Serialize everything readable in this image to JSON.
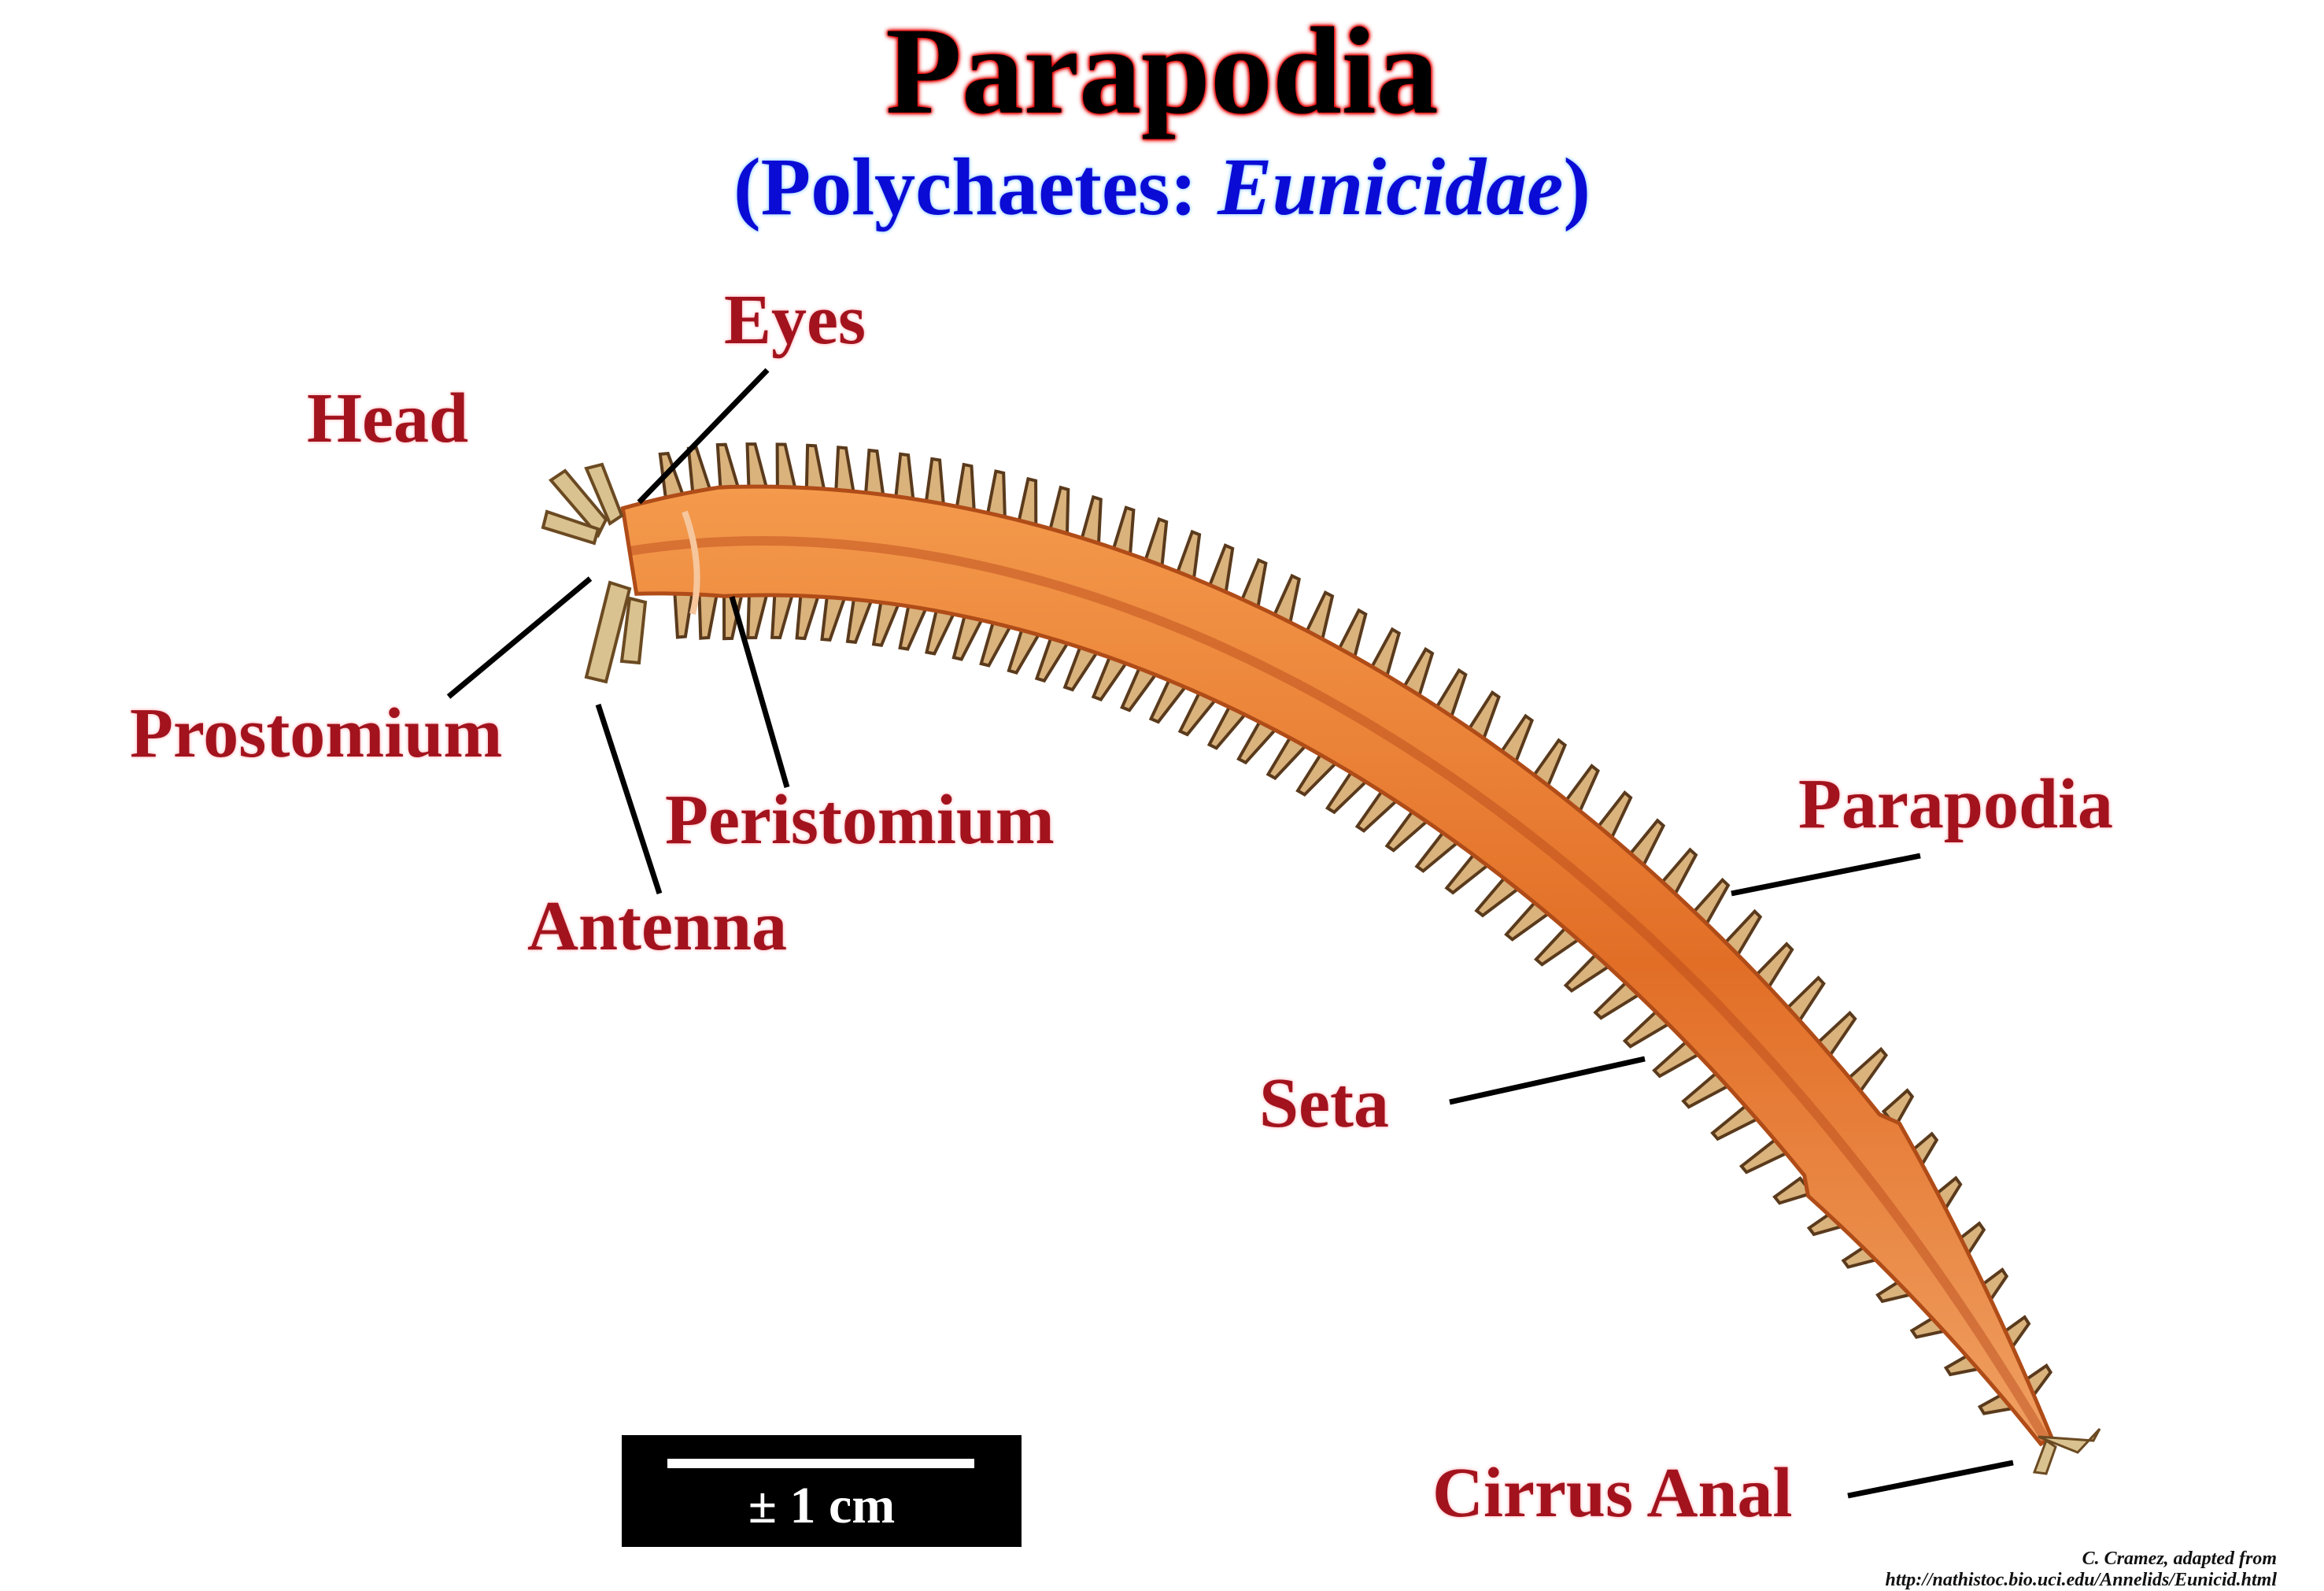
{
  "title": "Parapodia",
  "subtitle": {
    "prefix": "(Polychaetes: ",
    "taxon": "Eunicidae",
    "suffix": ")"
  },
  "labels": {
    "eyes": "Eyes",
    "head": "Head",
    "prostomium": "Prostomium",
    "peristomium": "Peristomium",
    "antenna": "Antenna",
    "parapodia": "Parapodia",
    "seta": "Seta",
    "cirrus_anal": "Cirrus Anal"
  },
  "scale_bar": "± 1 cm",
  "credit": {
    "line1": "C. Cramez, adapted from",
    "line2": "http://nathistoc.bio.uci.edu/Annelids/Eunicid.html"
  },
  "colors": {
    "body": "#e8732a",
    "body_dark": "#c0501c",
    "parapodia": "#d8b37d",
    "parapodia_edge": "#5a3a1c",
    "label": "#a3131d"
  }
}
